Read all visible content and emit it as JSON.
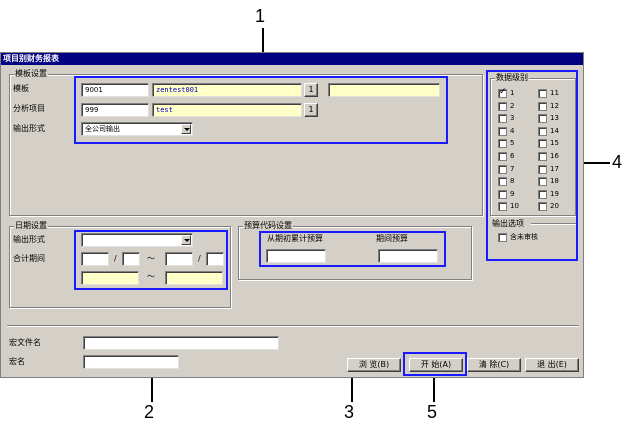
{
  "window": {
    "title": "项目别财务报表"
  },
  "template_group": {
    "title": "模板设置",
    "template_label": "模板",
    "template_code": "9001",
    "template_name": "zentest001",
    "template_lookup": "1",
    "analysis_label": "分析项目",
    "analysis_code": "999",
    "analysis_name": "test",
    "analysis_lookup": "1",
    "output_label": "输出形式",
    "output_value": "全公司输出"
  },
  "date_group": {
    "title": "日期设置",
    "output_label": "输出形式",
    "output_value": "",
    "period_label": "合计期间",
    "slash1": "/",
    "tilde1": "～",
    "slash2": "/",
    "tilde2": "～"
  },
  "budget_group": {
    "title": "预算代码设置",
    "col1": "从期初累计预算",
    "col2": "期间预算"
  },
  "level_group": {
    "title": "数据级别",
    "levels_left": [
      "1",
      "2",
      "3",
      "4",
      "5",
      "6",
      "7",
      "8",
      "9",
      "10"
    ],
    "levels_right": [
      "11",
      "12",
      "13",
      "14",
      "15",
      "16",
      "17",
      "18",
      "19",
      "20"
    ],
    "checked_level": "1",
    "output_options_title": "输出选项",
    "include_unreviewed": "含未审核"
  },
  "macro": {
    "file_label": "宏文件名",
    "name_label": "宏名"
  },
  "buttons": {
    "browse": "浏 览(B)",
    "start": "开 始(A)",
    "clear": "清 除(C)",
    "exit": "退 出(E)"
  },
  "callouts": [
    "1",
    "2",
    "3",
    "4",
    "5"
  ],
  "colors": {
    "highlight": "#1a1aff",
    "titlebar": "#000080",
    "field_yellow": "#ffffc8"
  }
}
